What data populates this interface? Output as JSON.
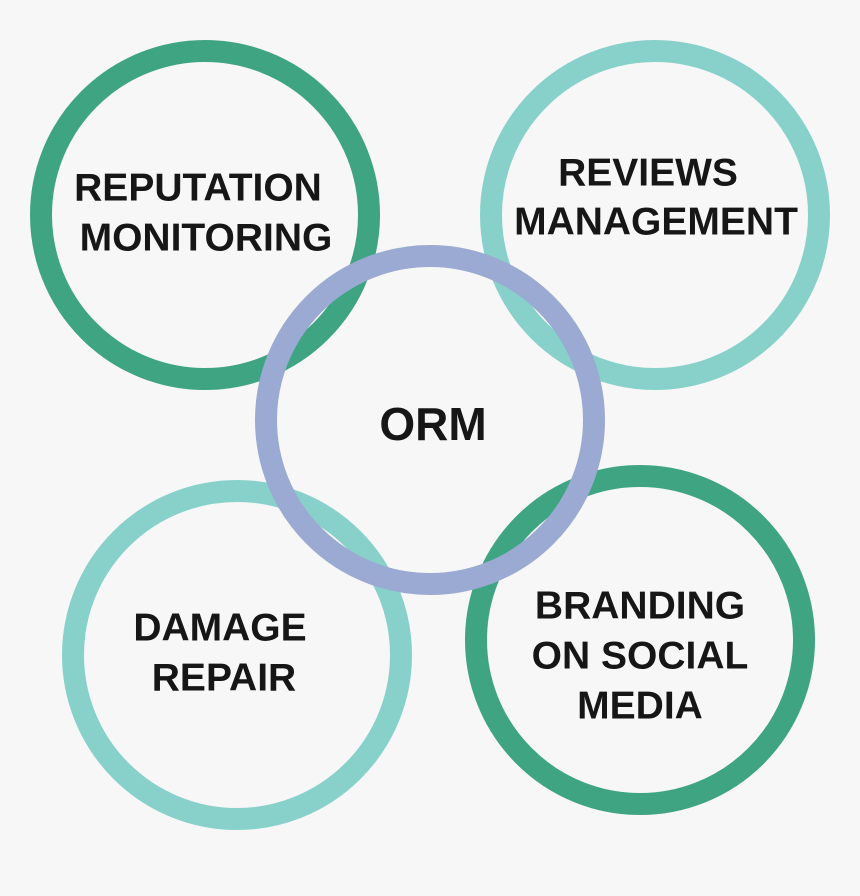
{
  "diagram": {
    "center": {
      "label": "ORM",
      "color": "#9aaad2"
    },
    "circles": [
      {
        "id": "reputation",
        "lines": [
          "REPUTATION",
          "MONITORING"
        ],
        "color": "#3fa482"
      },
      {
        "id": "reviews",
        "lines": [
          "REVIEWS",
          "MANAGEMENT"
        ],
        "color": "#88d1cb"
      },
      {
        "id": "damage",
        "lines": [
          "DAMAGE",
          "REPAIR"
        ],
        "color": "#88d1cb"
      },
      {
        "id": "branding",
        "lines": [
          "BRANDING",
          "ON SOCIAL",
          "MEDIA"
        ],
        "color": "#3fa482"
      }
    ],
    "background": "#f7f7f7",
    "text_color": "#161616"
  }
}
